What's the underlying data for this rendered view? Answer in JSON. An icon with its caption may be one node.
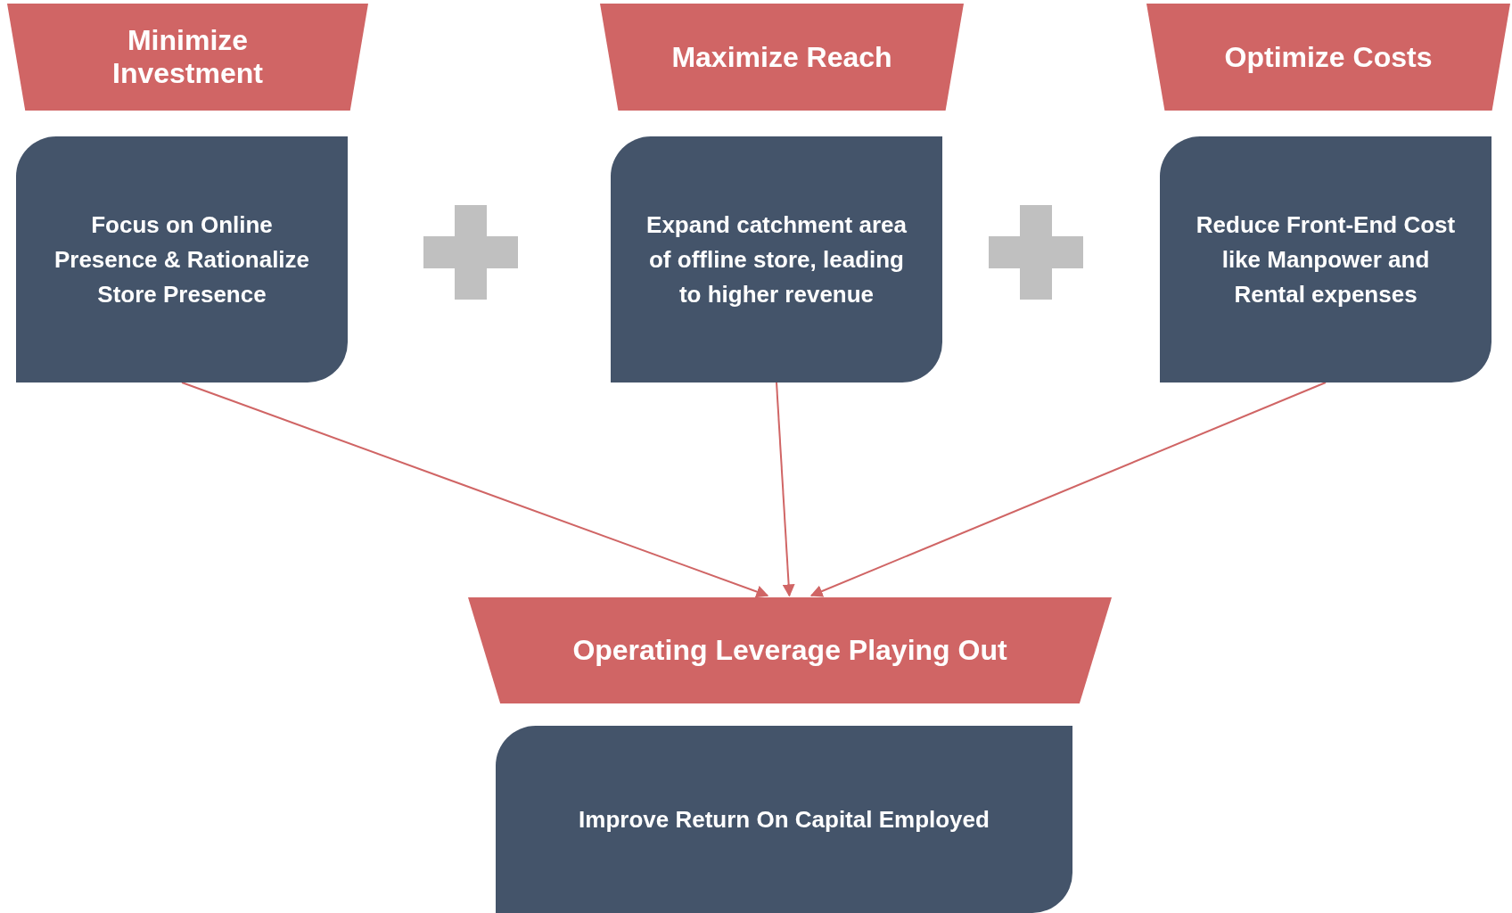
{
  "diagram": {
    "nodes": [
      {
        "text": [
          "Minimize Investment"
        ]
      },
      {
        "text": [
          "Focus on Online Presence & Rationalize Store Presence"
        ]
      },
      {
        "text": [
          "Maximize Reach"
        ]
      },
      {
        "text": [
          "Expand catchment area of offline store, leading to higher revenue"
        ]
      },
      {
        "text": [
          "Optimize Costs"
        ]
      },
      {
        "text": [
          "Reduce Front-End Cost like Manpower and Rental expenses"
        ]
      },
      {
        "text": [
          "Operating Leverage Playing Out"
        ]
      },
      {
        "text": [
          "Improve Return On Capital Employed"
        ]
      }
    ],
    "edges": [
      {
        "from": 1,
        "to": 6,
        "arrow": "to"
      },
      {
        "from": 3,
        "to": 6,
        "arrow": "to"
      },
      {
        "from": 5,
        "to": 6,
        "arrow": "to"
      }
    ]
  }
}
